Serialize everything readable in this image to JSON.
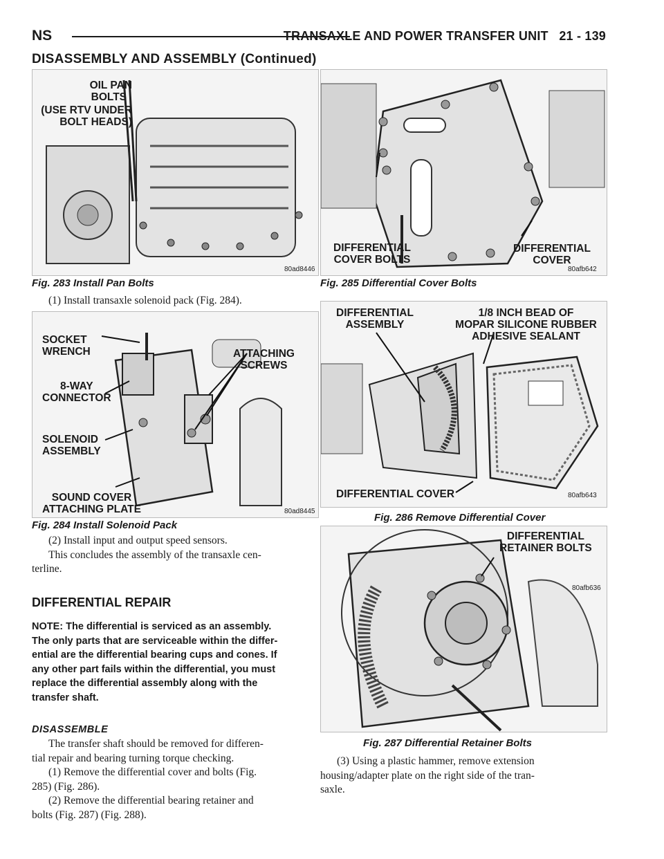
{
  "header": {
    "left": "NS",
    "title": "TRANSAXLE AND POWER TRANSFER UNIT",
    "page": "21 - 139"
  },
  "section_title": "DISASSEMBLY AND ASSEMBLY (Continued)",
  "fig283": {
    "labels": [
      "OIL PAN",
      "BOLTS",
      "(USE RTV UNDER",
      "BOLT HEADS)"
    ],
    "code": "80ad8446",
    "caption": "Fig. 283 Install Pan Bolts"
  },
  "fig284": {
    "labels": {
      "socket1": "SOCKET",
      "socket2": "WRENCH",
      "attach1": "ATTACHING",
      "attach2": "SCREWS",
      "conn1": "8-WAY",
      "conn2": "CONNECTOR",
      "sol1": "SOLENOID",
      "sol2": "ASSEMBLY",
      "sound1": "SOUND COVER",
      "sound2": "ATTACHING PLATE"
    },
    "code": "80ad8445",
    "caption": "Fig. 284 Install Solenoid Pack"
  },
  "fig285": {
    "labels": {
      "bolts1": "DIFFERENTIAL",
      "bolts2": "COVER BOLTS",
      "cover1": "DIFFERENTIAL",
      "cover2": "COVER"
    },
    "code": "80afb642",
    "caption": "Fig. 285 Differential Cover Bolts"
  },
  "fig286": {
    "labels": {
      "asm1": "DIFFERENTIAL",
      "asm2": "ASSEMBLY",
      "bead1": "1/8 INCH BEAD OF",
      "bead2": "MOPAR SILICONE RUBBER",
      "bead3": "ADHESIVE SEALANT",
      "cover": "DIFFERENTIAL COVER"
    },
    "code": "80afb643",
    "caption": "Fig. 286 Remove Differential Cover"
  },
  "fig287": {
    "labels": {
      "ret1": "DIFFERENTIAL",
      "ret2": "RETAINER BOLTS"
    },
    "code": "80afb636",
    "caption": "Fig. 287 Differential Retainer Bolts"
  },
  "left_text": {
    "step1": "(1) Install transaxle solenoid pack (Fig. 284).",
    "step2": "(2) Install input and output speed sensors.",
    "concl1": "This concludes the assembly of the transaxle cen-",
    "concl2": "terline.",
    "heading": "DIFFERENTIAL REPAIR",
    "note": [
      "NOTE: The differential is serviced as an assembly.",
      "The only parts that are serviceable within the differ-",
      "ential are the differential bearing cups and cones. If",
      "any other part fails within the differential, you must",
      "replace the differential assembly along with the",
      "transfer shaft."
    ],
    "subheading": "DISASSEMBLE",
    "dis": [
      "The transfer shaft should be removed for differen-",
      "tial repair and bearing turning torque checking.",
      "(1) Remove the differential cover and bolts (Fig.",
      "285) (Fig. 286).",
      "(2) Remove the differential bearing retainer and",
      "bolts (Fig. 287) (Fig. 288)."
    ]
  },
  "right_text": [
    "(3) Using a plastic hammer, remove extension",
    "housing/adapter plate on the right side of the tran-",
    "saxle."
  ]
}
